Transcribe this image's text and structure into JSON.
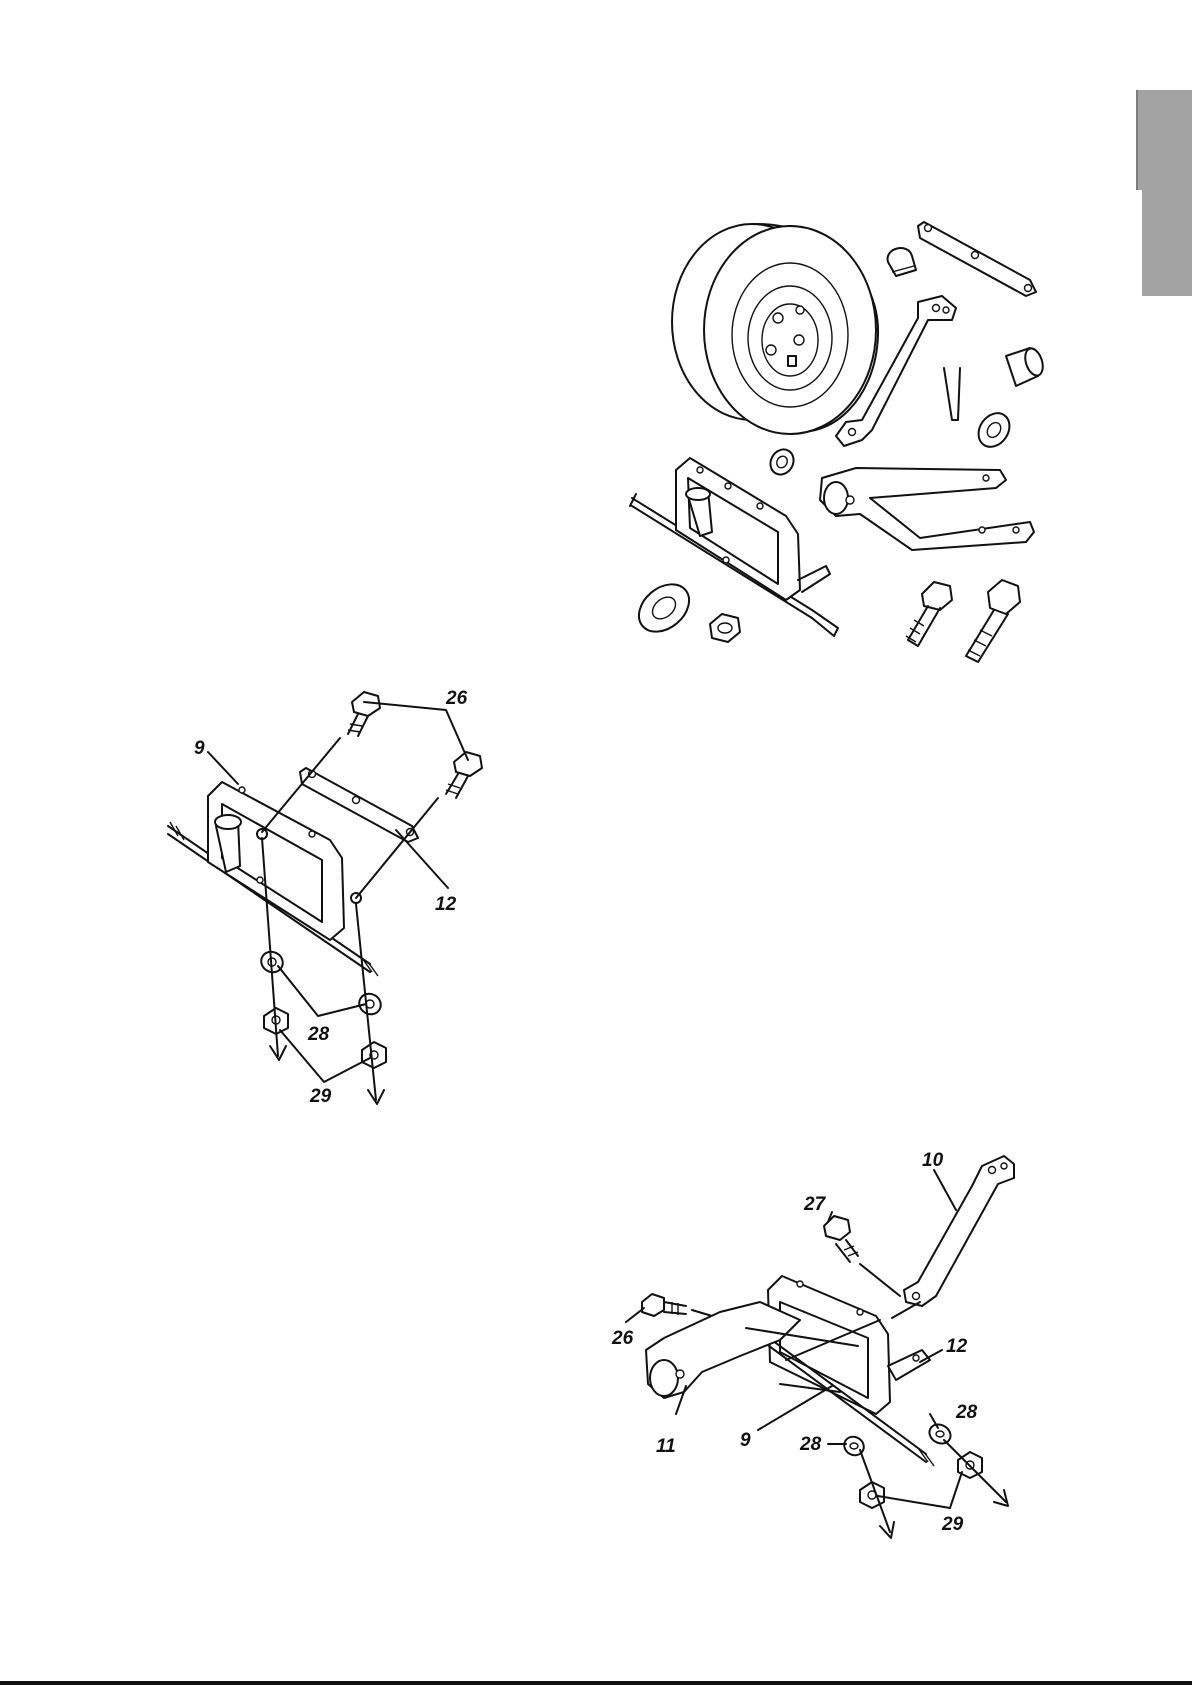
{
  "side_tab": {
    "color": "#a3a3a3"
  },
  "figures": [
    {
      "name": "parts-overview",
      "callouts": []
    },
    {
      "name": "frame-bracket-assembly",
      "callouts": [
        {
          "id": "c1",
          "text": "26"
        },
        {
          "id": "c2",
          "text": "9"
        },
        {
          "id": "c3",
          "text": "12"
        },
        {
          "id": "c4",
          "text": "28"
        },
        {
          "id": "c5",
          "text": "29"
        }
      ]
    },
    {
      "name": "caster-arm-assembly",
      "callouts": [
        {
          "id": "c1",
          "text": "10"
        },
        {
          "id": "c2",
          "text": "27"
        },
        {
          "id": "c3",
          "text": "26"
        },
        {
          "id": "c4",
          "text": "12"
        },
        {
          "id": "c5",
          "text": "28"
        },
        {
          "id": "c6",
          "text": "28"
        },
        {
          "id": "c7",
          "text": "11"
        },
        {
          "id": "c8",
          "text": "9"
        },
        {
          "id": "c9",
          "text": "29"
        }
      ]
    }
  ]
}
